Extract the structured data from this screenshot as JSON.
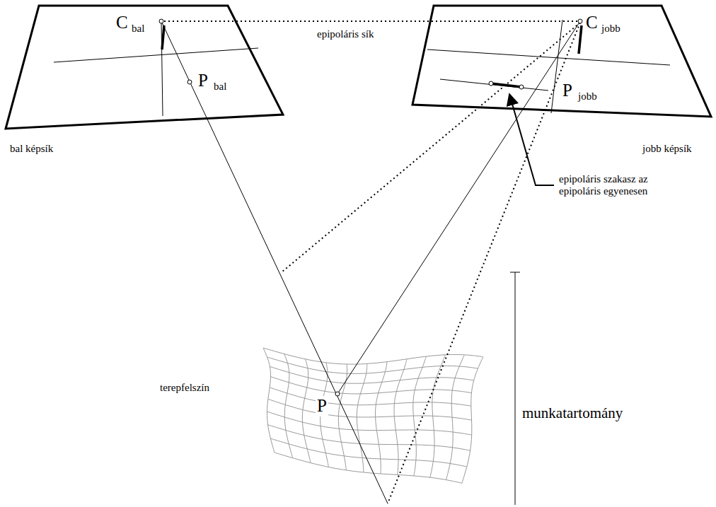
{
  "diagram": {
    "labels": [
      "C",
      "bal",
      "epipoláris sík",
      "P",
      "bal",
      "C",
      "jobb",
      "P",
      "jobb",
      "bal képsík",
      "jobb képsík",
      "epipoláris szakasz az epipoláris egyenesen",
      "terepfelszín",
      "P",
      "munkatartomány"
    ]
  }
}
